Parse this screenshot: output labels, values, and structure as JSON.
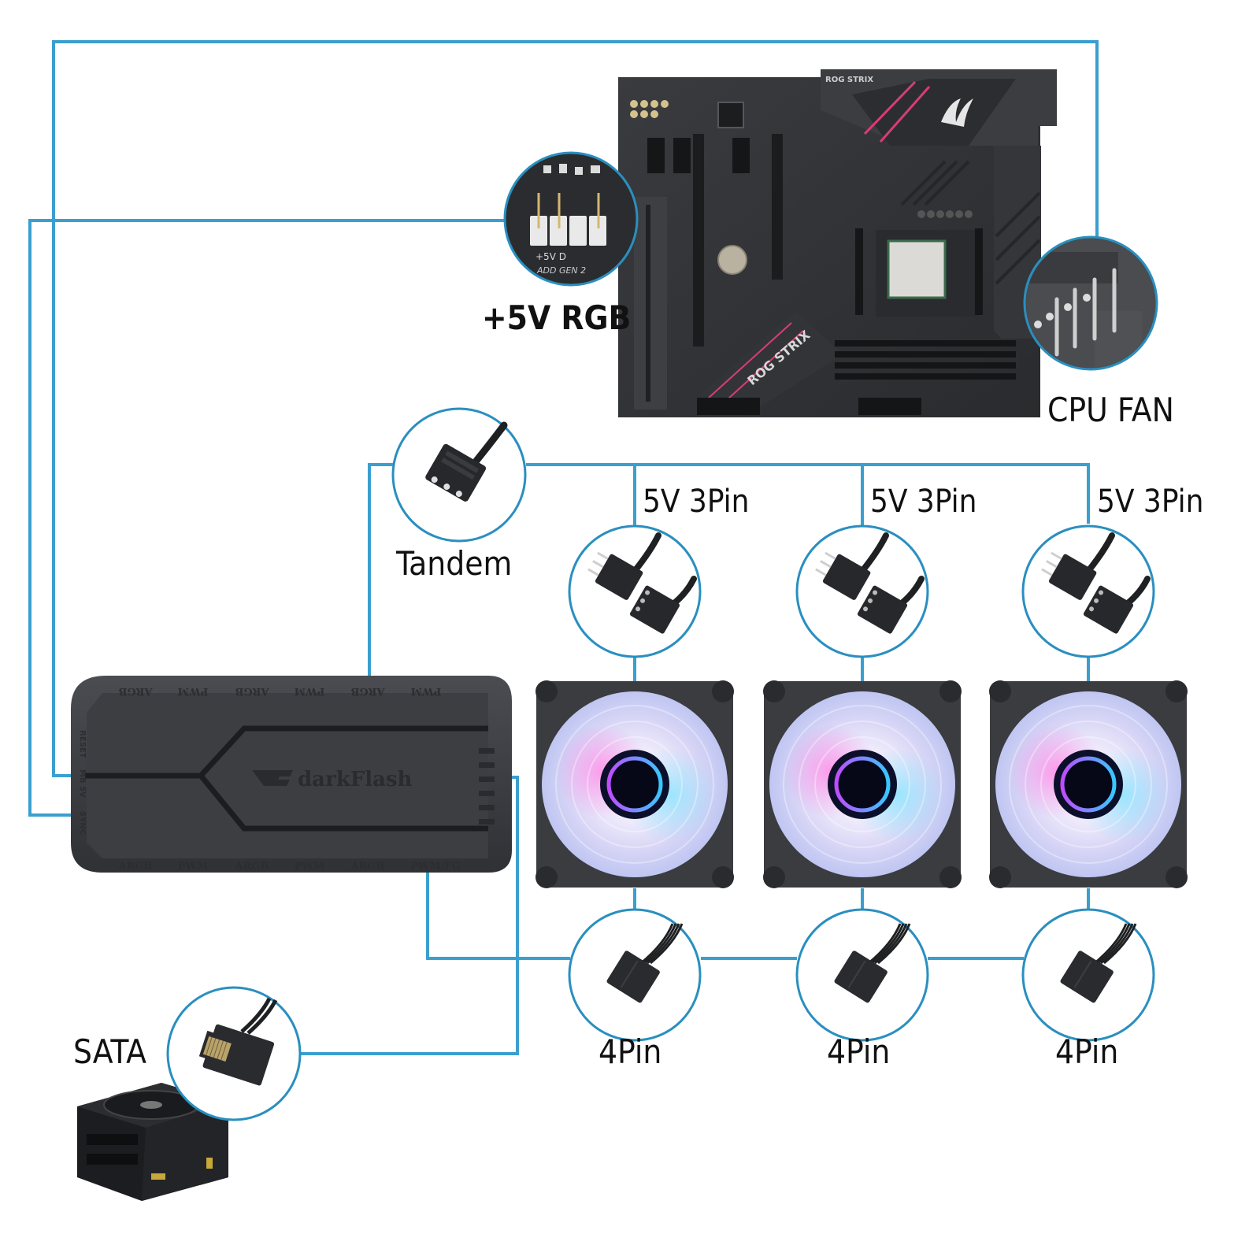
{
  "diagram": {
    "title": "darkFlash fan hub wiring diagram",
    "line_color": "#3a9fcf",
    "circle_stroke": "#2a8fbf"
  },
  "motherboard": {
    "brand_label": "ROG STRIX",
    "connectors": {
      "rgb_header": {
        "label": "+5V RGB",
        "silkscreen": "+5V D",
        "silkscreen2": "ADD GEN 2"
      },
      "cpu_fan": {
        "label": "CPU FAN"
      }
    }
  },
  "hub": {
    "brand": "darkFlash",
    "top_ports": [
      "ARGB",
      "PWM",
      "ARGB",
      "PWM",
      "ARGB",
      "PWM"
    ],
    "bottom_ports": [
      "ARGB",
      "PWM",
      "ARGB",
      "PWM",
      "ARGB",
      "PWM/FG"
    ],
    "side_labels": [
      "RESET",
      "MB 5V",
      "SYNC"
    ]
  },
  "tandem": {
    "label": "Tandem"
  },
  "fans": [
    {
      "argb_label": "5V 3Pin",
      "pwm_label": "4Pin"
    },
    {
      "argb_label": "5V 3Pin",
      "pwm_label": "4Pin"
    },
    {
      "argb_label": "5V 3Pin",
      "pwm_label": "4Pin"
    }
  ],
  "psu": {
    "label": "SATA"
  }
}
